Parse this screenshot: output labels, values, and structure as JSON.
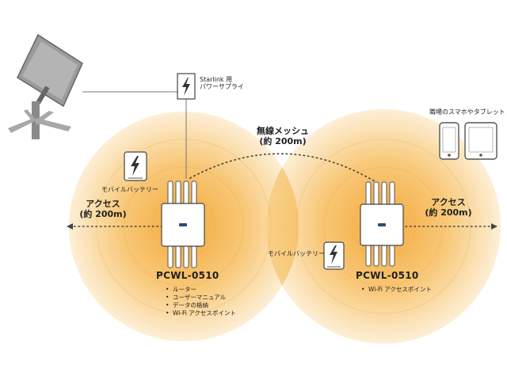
{
  "power_supply": {
    "line1": "Starlink 用",
    "line2": "パワーサプライ",
    "icon": "lightning-bolt-icon"
  },
  "mesh": {
    "line1": "無線メッシュ",
    "line2": "(約 200m)"
  },
  "devices_label": "職場のスマホやタブレット",
  "left": {
    "battery_label": "モバイルバッテリー",
    "access_line1": "アクセス",
    "access_line2": "(約 200m)",
    "model": "PCWL-0510",
    "features": [
      "ルーター",
      "ユーザーマニュアル",
      "データの格納",
      "Wi-Fi アクセスポイント"
    ]
  },
  "right": {
    "battery_label": "モバイルバッテリー",
    "access_line1": "アクセス",
    "access_line2": "(約 200m)",
    "model": "PCWL-0510",
    "features": [
      "Wi-Fi アクセスポイント"
    ]
  },
  "colors": {
    "coverage_center": "#F5B24A",
    "coverage_edge": "#FDF0D6",
    "overlap": "#F0B43C",
    "line": "#555555"
  }
}
